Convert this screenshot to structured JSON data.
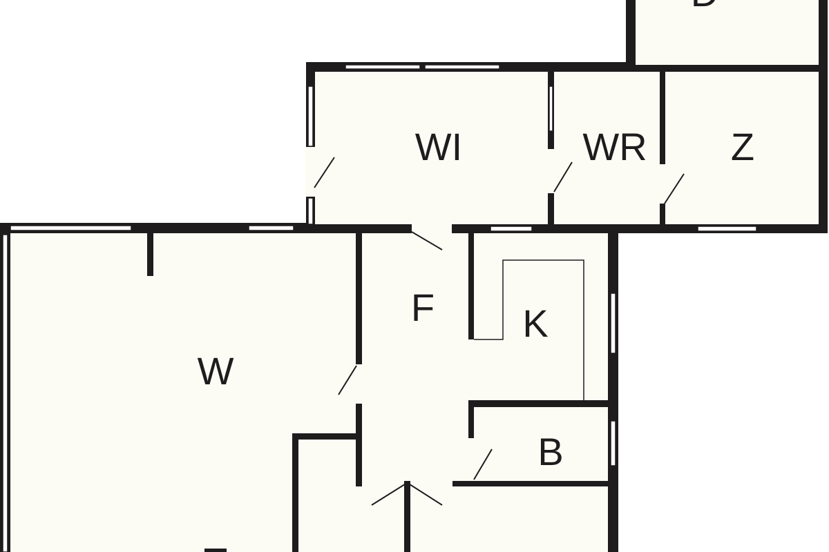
{
  "colors": {
    "wall": "#1e1c1d",
    "floor": "#fcfcf5",
    "background": "#ffffff"
  },
  "rooms": [
    {
      "id": "d",
      "label": "D"
    },
    {
      "id": "wi",
      "label": "WI"
    },
    {
      "id": "wr",
      "label": "WR"
    },
    {
      "id": "z",
      "label": "Z"
    },
    {
      "id": "f",
      "label": "F"
    },
    {
      "id": "k",
      "label": "K"
    },
    {
      "id": "w",
      "label": "W"
    },
    {
      "id": "b",
      "label": "B"
    }
  ]
}
